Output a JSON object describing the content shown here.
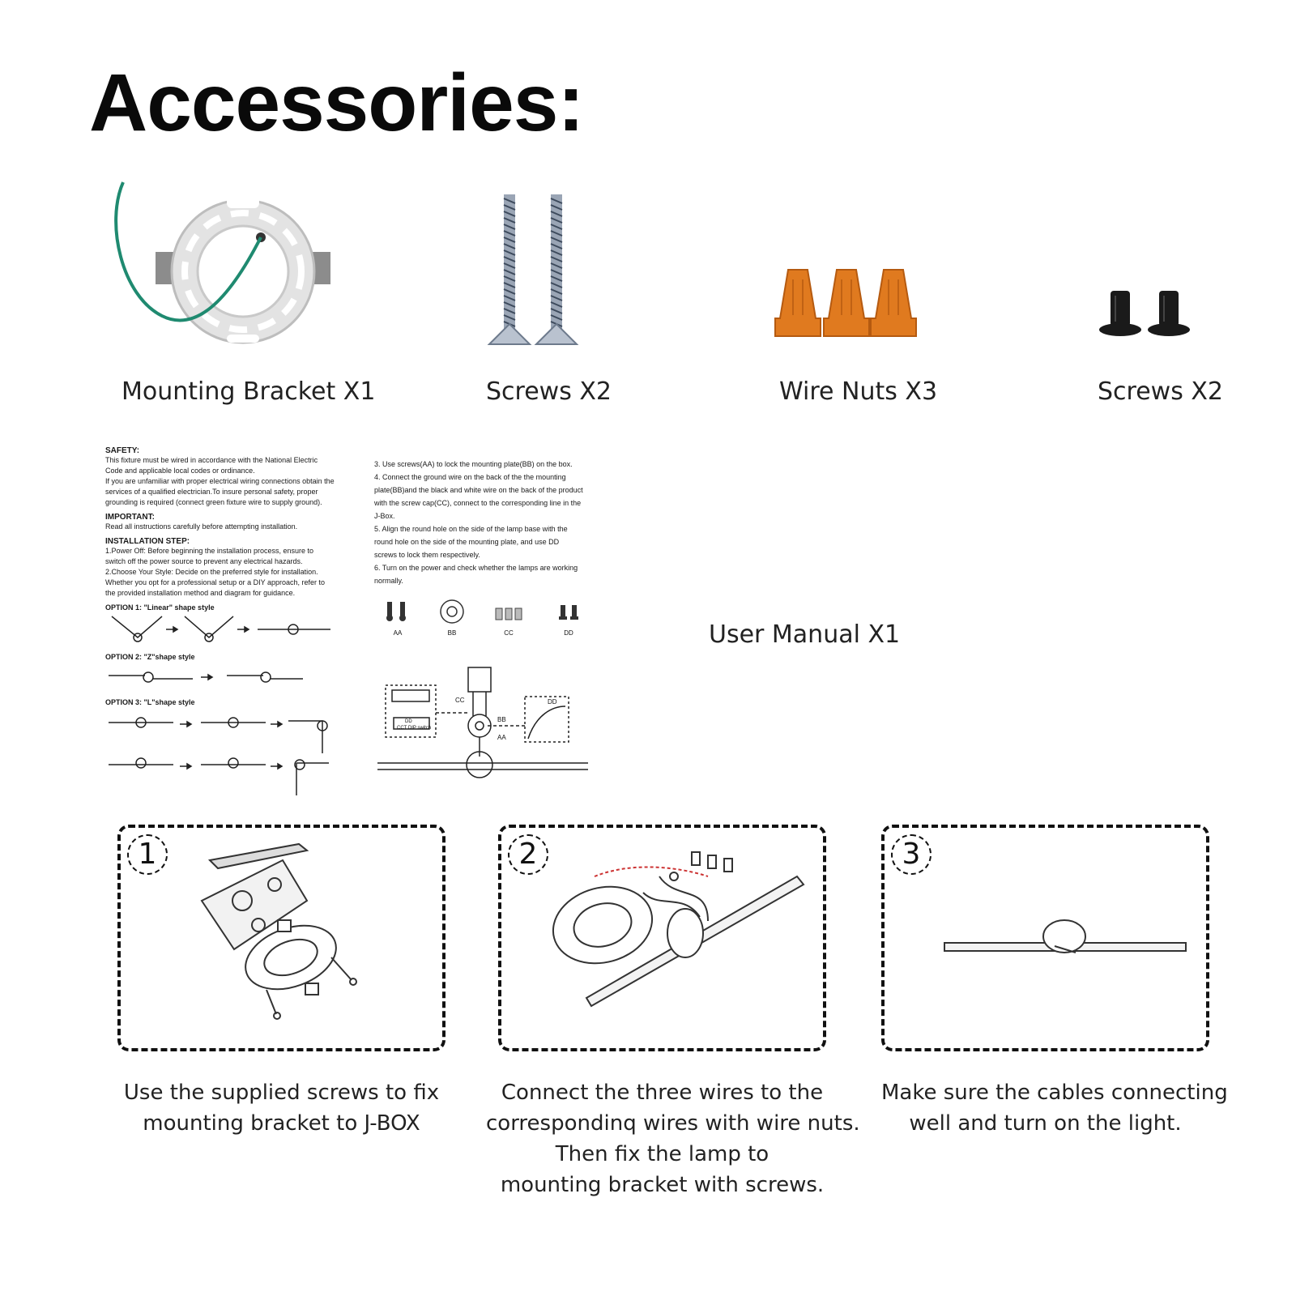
{
  "title": "Accessories:",
  "accessories": [
    {
      "label": "Mounting Bracket X1",
      "icon": "mounting-bracket-icon"
    },
    {
      "label": "Screws X2",
      "icon": "long-screws-icon"
    },
    {
      "label": "Wire Nuts X3",
      "icon": "wire-nuts-icon"
    },
    {
      "label": "Screws X2",
      "icon": "short-screws-icon"
    }
  ],
  "manual": {
    "label": "User Manual X1",
    "left": {
      "safety_head": "SAFETY:",
      "safety_lines": [
        "This fixture must be wired in accordance with the National Electric",
        "Code and applicable local codes or ordinance.",
        "If you are unfamiliar with proper electrical wiring connections obtain the",
        "services of a qualified electrician.To insure personal safety, proper",
        "grounding is required (connect green fixture wire to supply ground)."
      ],
      "important_head": "IMPORTANT:",
      "important_line": "Read all instructions carefully before attempting installation.",
      "install_head": "INSTALLATION STEP:",
      "install_lines": [
        "1.Power Off: Before beginning the installation process, ensure to",
        "switch off the power source to prevent any electrical hazards.",
        "2.Choose Your Style: Decide on the preferred style for installation.",
        "Whether you opt for a professional setup or a DIY approach, refer to",
        "the provided installation method and diagram for guidance."
      ],
      "option1": "OPTION 1:   \"Linear\" shape style",
      "option2": "OPTION 2:   \"Z\"shape style",
      "option3": "OPTION 3:   \"L\"shape style"
    },
    "right": {
      "lines": [
        "3. Use screws(AA) to lock the mounting plate(BB) on the box.",
        "4. Connect the ground wire on the back of the the mounting",
        "plate(BB)and the black and white wire on the back of the product",
        "with the  screw cap(CC), connect to the corresponding line in the",
        "J-Box.",
        "5. Align the round hole on the side of the lamp base with the",
        "round hole on the side of the mounting plate, and use DD",
        "screws to lock them respectively.",
        "6. Turn on the power and check whether the lamps are working",
        "normally."
      ],
      "parts": [
        "AA",
        "BB",
        "CC",
        "DD"
      ],
      "diagram_labels": {
        "cc": "CC",
        "bb": "BB",
        "aa": "AA",
        "dd": "DD",
        "dd_small": "DD",
        "switch": "CCT DIP switch"
      }
    }
  },
  "steps": [
    {
      "number": "1",
      "caption": [
        "Use the supplied screws to fix",
        "mounting bracket to J-BOX"
      ]
    },
    {
      "number": "2",
      "caption": [
        "Connect the three wires to the",
        "correspondinq wires with wire nuts.",
        "Then fix the lamp to",
        "mounting bracket with screws."
      ]
    },
    {
      "number": "3",
      "caption": [
        "Make sure the cables connecting",
        "well and turn on the light."
      ]
    }
  ],
  "colors": {
    "wire_nut": "#e07a1f",
    "ground_wire": "#1f8a70",
    "bracket": "#d9d9d9",
    "screw_metal": "#9aa5b5",
    "dark_screw": "#1a1a1a"
  }
}
